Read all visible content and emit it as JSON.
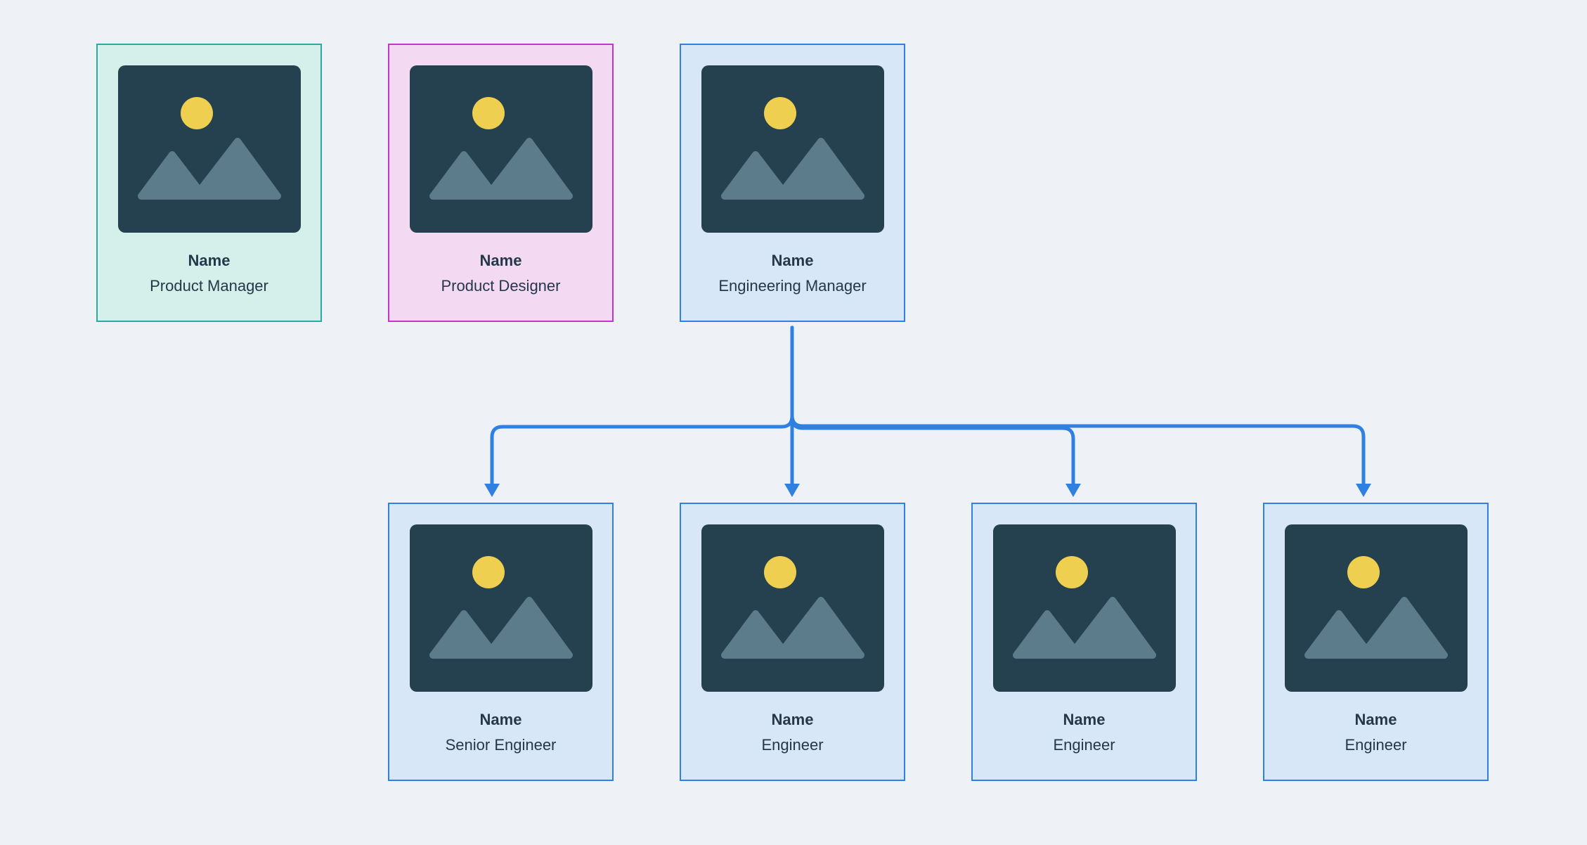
{
  "diagram": {
    "type": "org-chart",
    "colors": {
      "page_background": "#EEF2F6",
      "connector": "#2F80E0",
      "text": "#24384A",
      "placeholder_background": "#25404E",
      "placeholder_sun": "#EFCF4F",
      "placeholder_mountain": "#5D7C8B"
    },
    "themes": {
      "teal": {
        "border": "#2BAB9F",
        "background": "#D5F0EA"
      },
      "magenta": {
        "border": "#C136C9",
        "background": "#F4D9F3"
      },
      "blue": {
        "border": "#2F80E0",
        "background": "#D8E7F7"
      }
    },
    "cards": [
      {
        "id": "product-manager",
        "name": "Name",
        "role": "Product Manager",
        "theme": "teal"
      },
      {
        "id": "product-designer",
        "name": "Name",
        "role": "Product Designer",
        "theme": "magenta"
      },
      {
        "id": "engineering-manager",
        "name": "Name",
        "role": "Engineering Manager",
        "theme": "blue"
      },
      {
        "id": "senior-engineer",
        "name": "Name",
        "role": "Senior Engineer",
        "theme": "blue"
      },
      {
        "id": "engineer-1",
        "name": "Name",
        "role": "Engineer",
        "theme": "blue"
      },
      {
        "id": "engineer-2",
        "name": "Name",
        "role": "Engineer",
        "theme": "blue"
      },
      {
        "id": "engineer-3",
        "name": "Name",
        "role": "Engineer",
        "theme": "blue"
      }
    ],
    "edges": [
      {
        "from": "engineering-manager",
        "to": "senior-engineer",
        "arrow": "down"
      },
      {
        "from": "engineering-manager",
        "to": "engineer-1",
        "arrow": "down"
      },
      {
        "from": "engineering-manager",
        "to": "engineer-2",
        "arrow": "down"
      },
      {
        "from": "engineering-manager",
        "to": "engineer-3",
        "arrow": "down"
      }
    ]
  }
}
